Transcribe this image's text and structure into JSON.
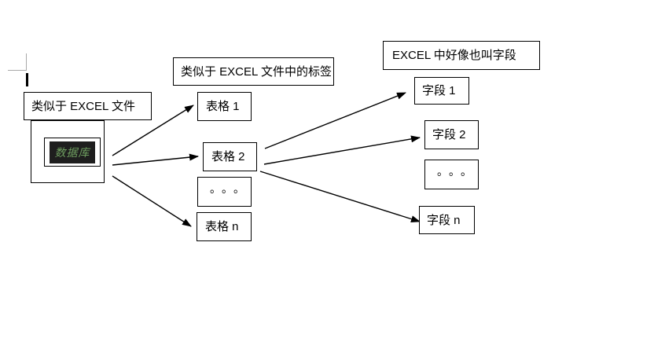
{
  "diagram": {
    "database": {
      "label": "类似于 EXCEL 文件",
      "name": "数据库",
      "name_color": "#6f9f60",
      "name_background": "#1e1e1e"
    },
    "tables": {
      "label": "类似于 EXCEL 文件中的标签",
      "items": [
        {
          "label": "表格 1"
        },
        {
          "label": "表格 2"
        },
        {
          "label": "。。。"
        },
        {
          "label": "表格 n"
        }
      ]
    },
    "fields": {
      "label": "EXCEL 中好像也叫字段",
      "items": [
        {
          "label": "字段 1"
        },
        {
          "label": "字段 2"
        },
        {
          "label": "。。。"
        },
        {
          "label": "字段 n"
        }
      ]
    },
    "connections": [
      {
        "from": "database",
        "to": "table-1"
      },
      {
        "from": "database",
        "to": "table-2"
      },
      {
        "from": "database",
        "to": "table-n"
      },
      {
        "from": "table-2",
        "to": "field-1"
      },
      {
        "from": "table-2",
        "to": "field-2"
      },
      {
        "from": "table-2",
        "to": "field-n"
      }
    ],
    "line_color": "#000000",
    "margin_mark_color": "#a9a9a9"
  }
}
